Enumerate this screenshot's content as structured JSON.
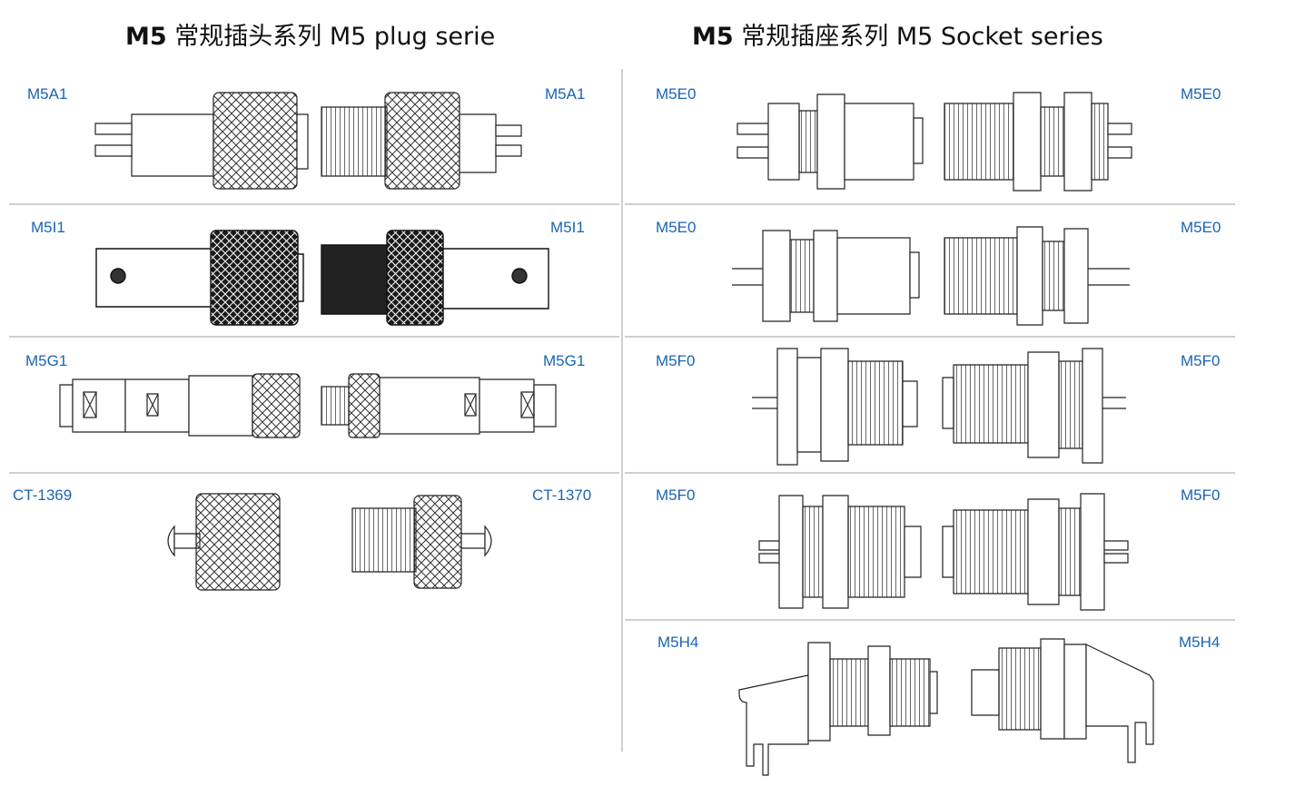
{
  "left_section": {
    "title_prefix": "M5",
    "title_rest": " 常规插头系列 M5 plug serie",
    "rows": [
      {
        "left_label": "M5A1",
        "right_label": "M5A1"
      },
      {
        "left_label": "M5I1",
        "right_label": "M5I1"
      },
      {
        "left_label": "M5G1",
        "right_label": "M5G1"
      },
      {
        "left_label": "CT-1369",
        "right_label": "CT-1370"
      }
    ]
  },
  "right_section": {
    "title_prefix": "M5",
    "title_rest": " 常规插座系列 M5 Socket series",
    "rows": [
      {
        "left_label": "M5E0",
        "right_label": "M5E0"
      },
      {
        "left_label": "M5E0",
        "right_label": "M5E0"
      },
      {
        "left_label": "M5F0",
        "right_label": "M5F0"
      },
      {
        "left_label": "M5F0",
        "right_label": "M5F0"
      },
      {
        "left_label": "M5H4",
        "right_label": "M5H4"
      }
    ]
  },
  "colors": {
    "label": "#1a64b4",
    "divider": "#cfcfcf",
    "line_art": "#222222"
  },
  "icons": [
    "connector-plug-drawing",
    "connector-socket-drawing"
  ]
}
